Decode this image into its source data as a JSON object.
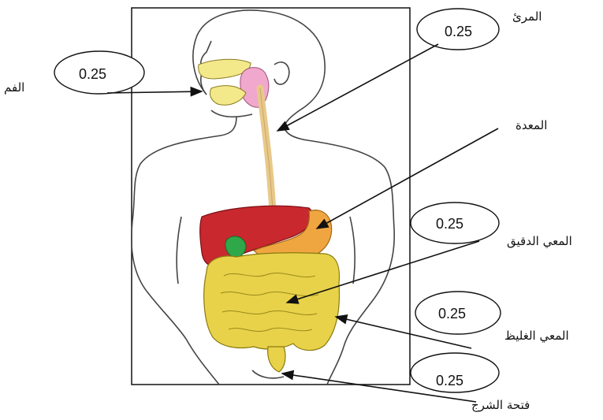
{
  "labels": {
    "mouth": "الفم",
    "esophagus": "المرئ",
    "stomach": "المعدة",
    "small_intestine": "المعي الدقيق",
    "large_intestine": "المعي الغليظ",
    "anus": "فتحة الشرج"
  },
  "scores": {
    "mouth": "0.25",
    "esophagus": "0.25",
    "small_intestine": "0.25",
    "large_intestine": "0.25",
    "anus": "0.25"
  }
}
